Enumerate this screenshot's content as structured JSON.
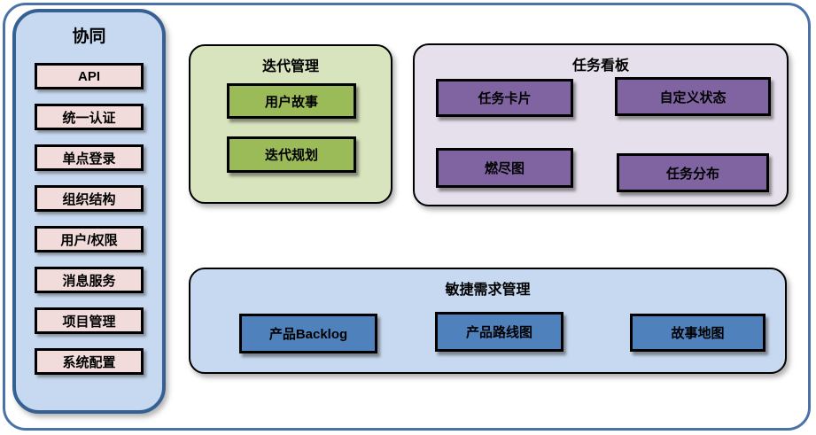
{
  "colors": {
    "outer_frame_border": "#4A72A8",
    "sidebar_bg": "#C7D9F0",
    "sidebar_border": "#376092",
    "sidebar_item_bg": "#F2DCDB",
    "iteration_panel_bg": "#D8E4BD",
    "iteration_item_bg": "#9BBB59",
    "kanban_panel_bg": "#E6E0EC",
    "kanban_item_bg": "#8064A2",
    "agile_panel_bg": "#C7D9F0",
    "agile_item_bg": "#4F81BD",
    "box_border": "#000000",
    "text": "#000000"
  },
  "sidebar": {
    "title": "协同",
    "items": [
      "API",
      "统一认证",
      "单点登录",
      "组织结构",
      "用户/权限",
      "消息服务",
      "项目管理",
      "系统配置"
    ]
  },
  "panels": [
    {
      "title": "迭代管理",
      "items": [
        "用户故事",
        "迭代规划"
      ]
    },
    {
      "title": "任务看板",
      "items": [
        "任务卡片",
        "自定义状态",
        "燃尽图",
        "任务分布"
      ]
    },
    {
      "title": "敏捷需求管理",
      "items": [
        "产品Backlog",
        "产品路线图",
        "故事地图"
      ]
    }
  ]
}
